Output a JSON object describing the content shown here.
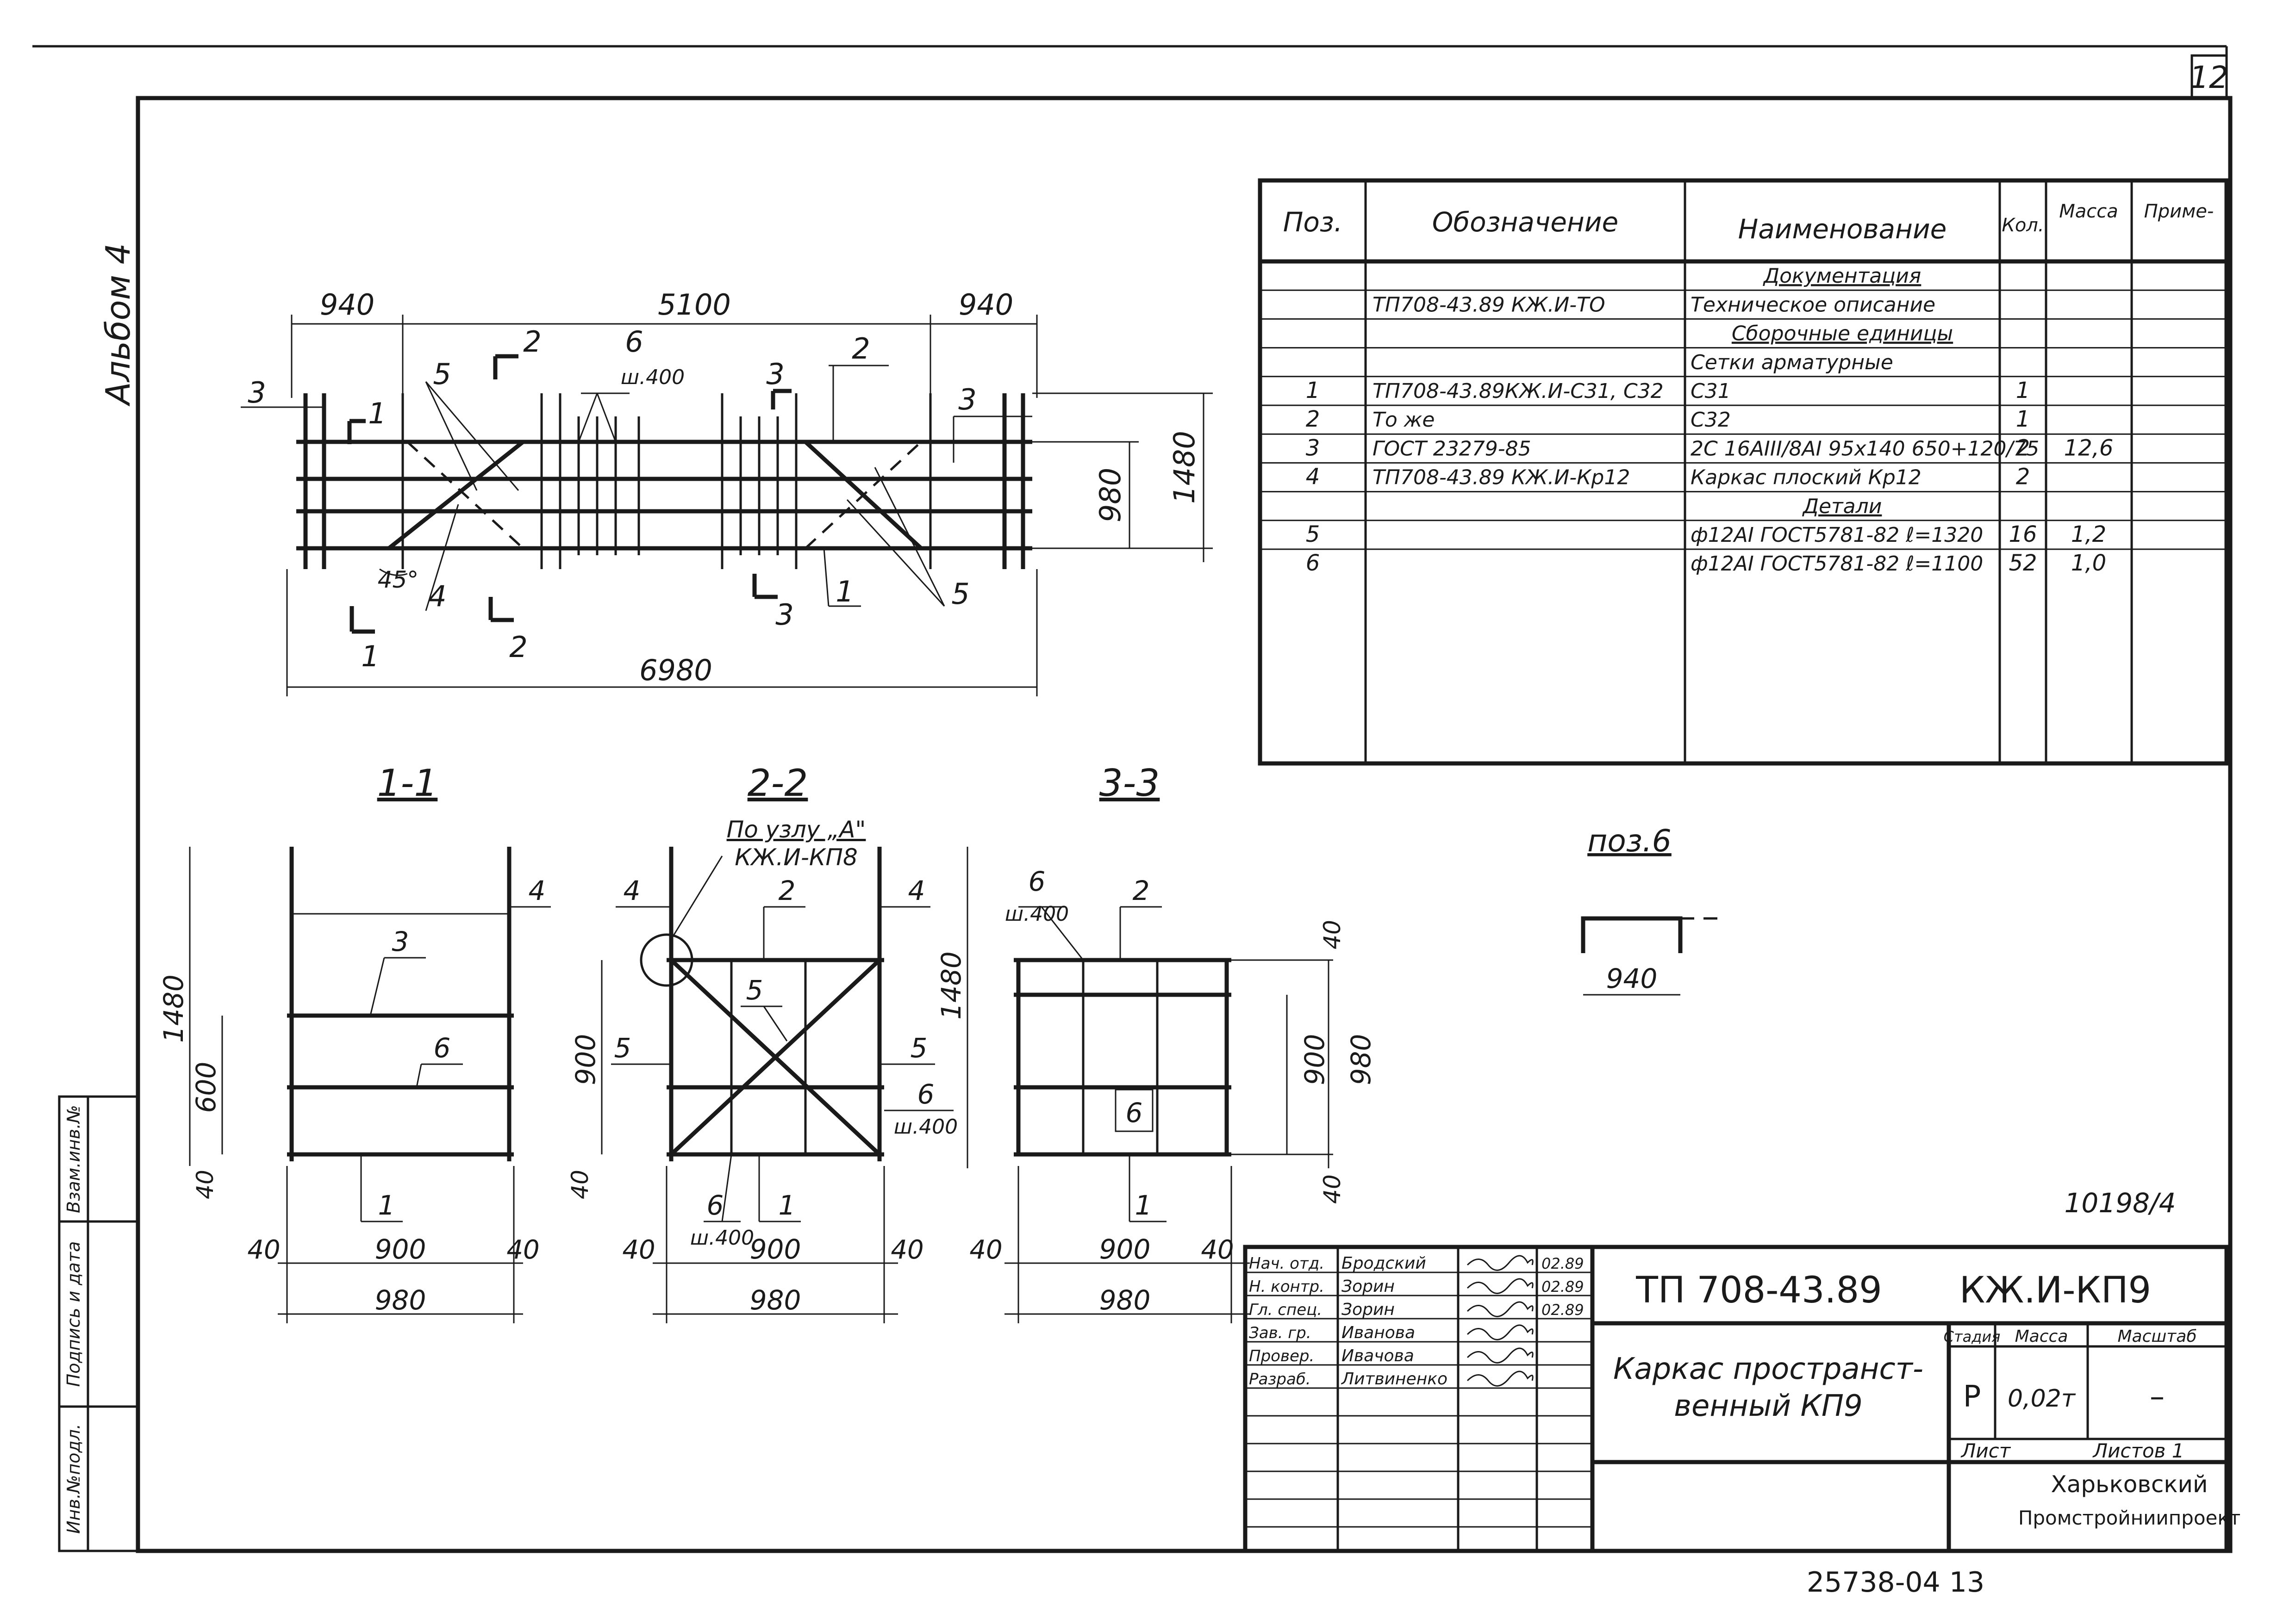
{
  "sheet": {
    "sheet_number": "12",
    "album_label": "Альбом 4",
    "side_stamp": [
      "Инв.№подл.",
      "Подпись и дата",
      "Взам.инв.№"
    ],
    "bottom_code": "25738-04 13",
    "ref_number": "10198/4"
  },
  "plan_view": {
    "dims_top": [
      "940",
      "5100",
      "940"
    ],
    "dim_bottom": "6980",
    "dim_right_inner": "980",
    "dim_right_outer": "1480",
    "angle": "45°",
    "callouts": [
      "3",
      "1",
      "5",
      "2",
      "6",
      "ш.400",
      "3",
      "2",
      "3",
      "4",
      "2",
      "3",
      "1",
      "5",
      "1"
    ]
  },
  "section_1": {
    "title": "1-1",
    "dims": [
      "1480",
      "600",
      "40",
      "40",
      "900",
      "40",
      "980"
    ],
    "callouts": [
      "4",
      "3",
      "6",
      "1"
    ]
  },
  "section_2": {
    "title": "2-2",
    "node_note": [
      "По узлу „А\"",
      "КЖ.И-КП8"
    ],
    "dims": [
      "1480",
      "900",
      "40",
      "40",
      "900",
      "40",
      "980"
    ],
    "callouts": [
      "4",
      "2",
      "4",
      "5",
      "5",
      "5",
      "6",
      "ш.400",
      "6",
      "ш.400",
      "1"
    ]
  },
  "section_3": {
    "title": "3-3",
    "dims": [
      "40",
      "900",
      "980",
      "40",
      "40",
      "900",
      "40",
      "980"
    ],
    "callouts": [
      "6",
      "ш.400",
      "2",
      "6",
      "1"
    ]
  },
  "pos6_detail": {
    "title": "поз.6",
    "dim": "940"
  },
  "spec_table": {
    "headers": [
      "Поз.",
      "Обозначение",
      "Наименование",
      "Кол.",
      "Масса",
      "Приме-"
    ],
    "rows": [
      {
        "pos": "",
        "code": "",
        "name": "Документация",
        "qty": "",
        "mass": "",
        "note": "",
        "underline": true
      },
      {
        "pos": "",
        "code": "ТП708-43.89 КЖ.И-ТО",
        "name": "Техническое описание",
        "qty": "",
        "mass": "",
        "note": "",
        "underline": false
      },
      {
        "pos": "",
        "code": "",
        "name": "Сборочные единицы",
        "qty": "",
        "mass": "",
        "note": "",
        "underline": true
      },
      {
        "pos": "",
        "code": "",
        "name": "Сетки арматурные",
        "qty": "",
        "mass": "",
        "note": "",
        "underline": false
      },
      {
        "pos": "1",
        "code": "ТП708-43.89КЖ.И-С31, С32",
        "name": "С31",
        "qty": "1",
        "mass": "",
        "note": "",
        "underline": false
      },
      {
        "pos": "2",
        "code": "То же",
        "name": "С32",
        "qty": "1",
        "mass": "",
        "note": "",
        "underline": false
      },
      {
        "pos": "3",
        "code": "ГОСТ 23279-85",
        "name": "2С 16АIII/8АI 95х140 650+120/75",
        "qty": "2",
        "mass": "12,6",
        "note": "",
        "underline": false
      },
      {
        "pos": "4",
        "code": "ТП708-43.89 КЖ.И-Кр12",
        "name": "Каркас плоский Кр12",
        "qty": "2",
        "mass": "",
        "note": "",
        "underline": false
      },
      {
        "pos": "",
        "code": "",
        "name": "Детали",
        "qty": "",
        "mass": "",
        "note": "",
        "underline": true
      },
      {
        "pos": "5",
        "code": "",
        "name": "ф12АI ГОСТ5781-82 ℓ=1320",
        "qty": "16",
        "mass": "1,2",
        "note": "",
        "underline": false
      },
      {
        "pos": "6",
        "code": "",
        "name": "ф12АI ГОСТ5781-82 ℓ=1100",
        "qty": "52",
        "mass": "1,0",
        "note": "",
        "underline": false
      }
    ]
  },
  "title_block": {
    "doc_code": "ТП 708-43.89",
    "doc_suffix": "КЖ.И-КП9",
    "title_line1": "Каркас пространст-",
    "title_line2": "венный КП9",
    "stage_header": "Стадия",
    "mass_header": "Масса",
    "scale_header": "Масштаб",
    "stage": "Р",
    "mass": "0,02т",
    "scale": "–",
    "sheet_label": "Лист",
    "sheets_label": "Листов 1",
    "org_line1": "Харьковский",
    "org_line2": "Промстройниипроект",
    "signatures": [
      {
        "role": "Нач. отд.",
        "name": "Бродский",
        "date": "02.89"
      },
      {
        "role": "Н. контр.",
        "name": "Зорин",
        "date": "02.89"
      },
      {
        "role": "Гл. спец.",
        "name": "Зорин",
        "date": "02.89"
      },
      {
        "role": "Зав. гр.",
        "name": "Иванова",
        "date": ""
      },
      {
        "role": "Провер.",
        "name": "Ивачова",
        "date": ""
      },
      {
        "role": "Разраб.",
        "name": "Литвиненко",
        "date": ""
      }
    ]
  }
}
